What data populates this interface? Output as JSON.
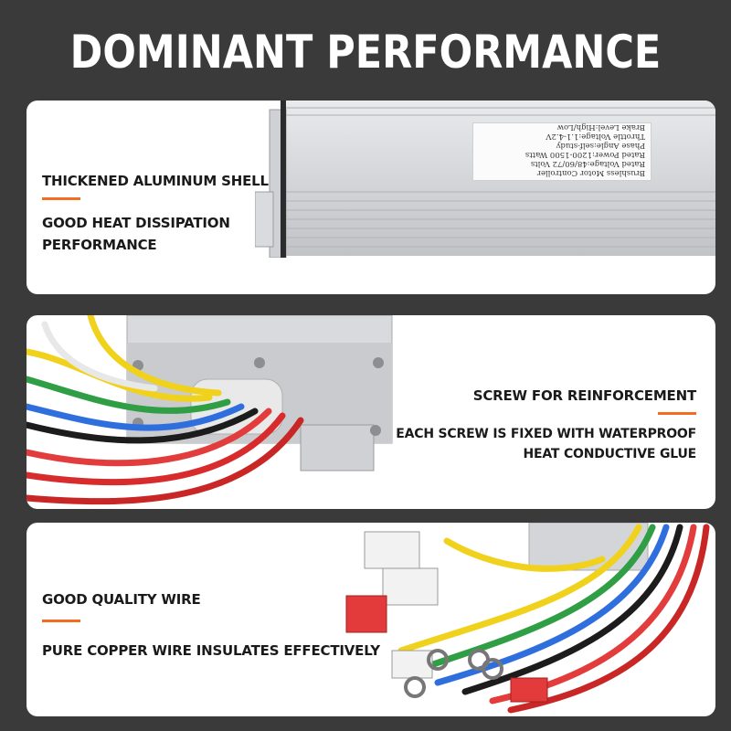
{
  "title": "DOMINANT PERFORMANCE",
  "sections": [
    {
      "heading": "THICKENED ALUMINUM SHELL",
      "subtext_line1": "GOOD HEAT DISSIPATION",
      "subtext_line2": "PERFORMANCE"
    },
    {
      "heading": "SCREW FOR REINFORCEMENT",
      "subtext_line1": "EACH SCREW IS FIXED WITH WATERPROOF",
      "subtext_line2": "HEAT CONDUCTIVE GLUE"
    },
    {
      "heading": "GOOD QUALITY WIRE",
      "subtext_line1": "PURE COPPER WIRE INSULATES EFFECTIVELY"
    }
  ],
  "sticker": {
    "line1": "Brushless Motor Controller",
    "line2": "Rated Voltage:48/60/72 Volts",
    "line3": "Rated Power:1200-1500 Watts",
    "line4": "Phase Angle:self-study",
    "line5": "Throttle Voltage:1.1-4.2V",
    "line6": "Brake Level:High/Low"
  },
  "colors": {
    "background": "#3a3a3a",
    "panel": "#ffffff",
    "accent": "#f36c21",
    "text": "#1a1a1a"
  }
}
